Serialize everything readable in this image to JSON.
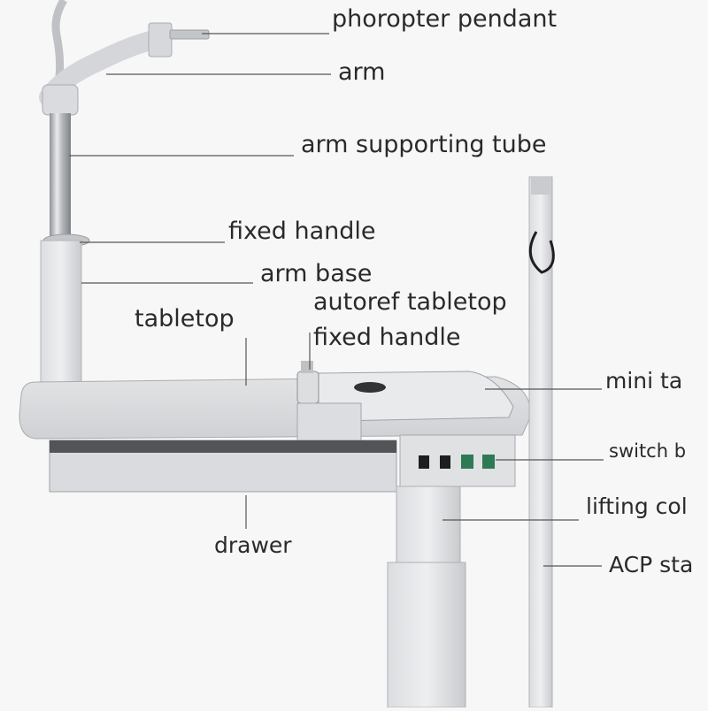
{
  "labels": {
    "phoropter_pendant": "phoropter pendant",
    "arm": "arm",
    "arm_supporting_tube": "arm supporting tube",
    "fixed_handle": "fixed handle",
    "arm_base": "arm base",
    "autoref_tabletop": "autoref tabletop",
    "autoref_fixed_handle": "fixed handle",
    "tabletop": "tabletop",
    "mini_table": "mini ta",
    "switch_box": "switch b",
    "lifting_column": "lifting col",
    "drawer": "drawer",
    "acp_stand": "ACP sta"
  },
  "colors": {
    "background": "#f7f7f7",
    "metal_light": "#e3e4e6",
    "metal_mid": "#c9cbce",
    "metal_dark": "#9a9da1",
    "chrome": "#b5b8bc",
    "switch_green": "#2e7a55",
    "switch_black": "#1e1e1e",
    "leader_line": "#555555",
    "text": "#2a2a2a"
  }
}
